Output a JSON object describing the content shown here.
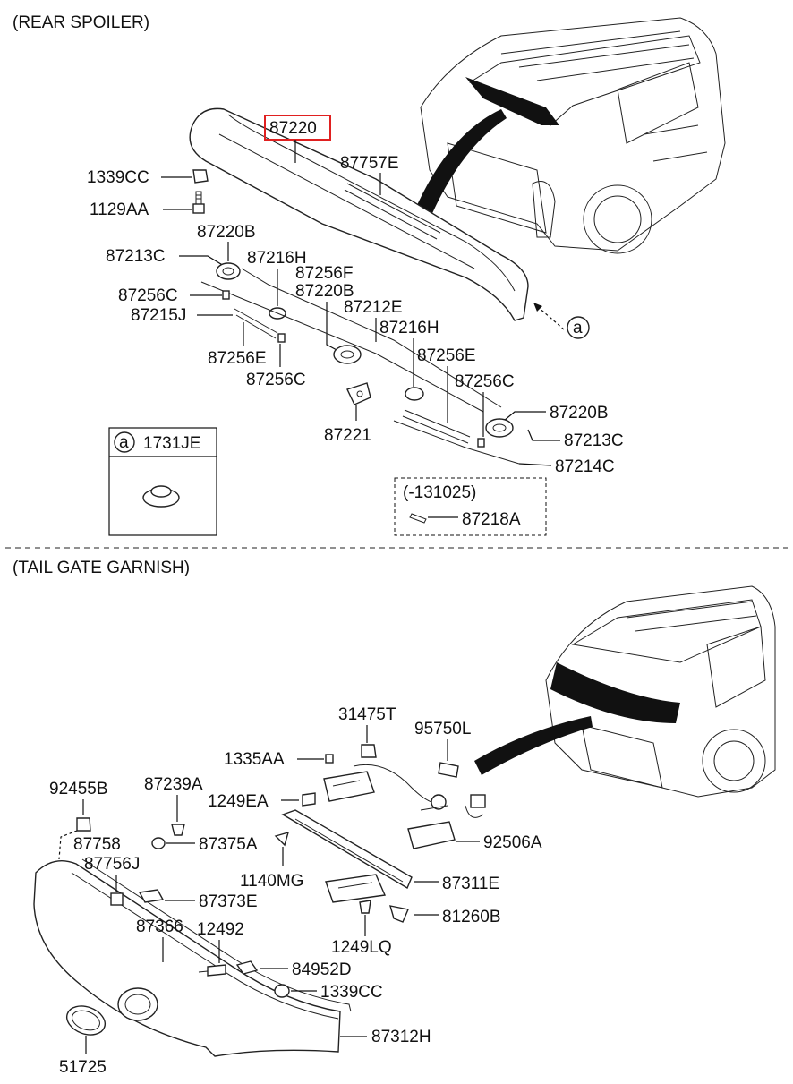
{
  "sections": {
    "rear_spoiler_title": "(REAR SPOILER)",
    "tail_gate_title": "(TAIL GATE GARNISH)"
  },
  "colors": {
    "highlight_box": "#e02020",
    "ink": "#111111"
  },
  "spoiler_labels": {
    "highlighted": "87220",
    "p87757E": "87757E",
    "p1339CC": "1339CC",
    "p1129AA": "1129AA",
    "p87220B_a": "87220B",
    "p87213C_a": "87213C",
    "p87216H_a": "87216H",
    "p87256F": "87256F",
    "p87220B_b": "87220B",
    "p87256C_a": "87256C",
    "p87215J": "87215J",
    "p87212E": "87212E",
    "p87216H_b": "87216H",
    "p87256E_a": "87256E",
    "p87256C_b": "87256C",
    "p87256E_b": "87256E",
    "p87256C_c": "87256C",
    "p87220B_c": "87220B",
    "p87221": "87221",
    "p87213C_b": "87213C",
    "p87214C": "87214C",
    "callout_a": "a"
  },
  "inset_a": {
    "marker": "a",
    "part": "1731JE"
  },
  "inset_date": {
    "range": "(-131025)",
    "part": "87218A"
  },
  "garnish_labels": {
    "p31475T": "31475T",
    "p95750L": "95750L",
    "p1335AA": "1335AA",
    "p92455B": "92455B",
    "p87239A": "87239A",
    "p1249EA": "1249EA",
    "p92506A": "92506A",
    "p87758": "87758",
    "p87375A": "87375A",
    "p87756J": "87756J",
    "p1140MG": "1140MG",
    "p87311E": "87311E",
    "p87373E": "87373E",
    "p81260B": "81260B",
    "p87366": "87366",
    "p12492": "12492",
    "p1249LQ": "1249LQ",
    "p84952D": "84952D",
    "p1339CC": "1339CC",
    "p87312H": "87312H",
    "p51725": "51725"
  }
}
